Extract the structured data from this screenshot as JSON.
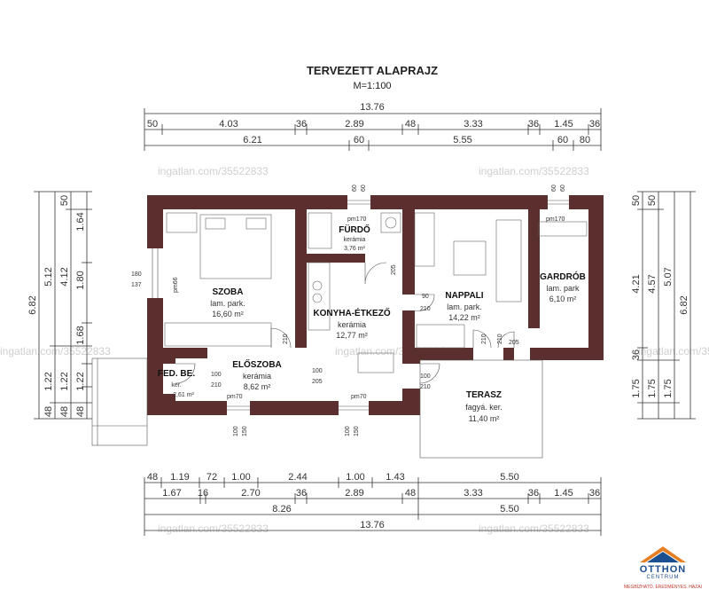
{
  "header": {
    "title": "TERVEZETT ALAPRAJZ",
    "scale": "M=1:100"
  },
  "watermark": "ingatlan.com/35522833",
  "top_dims": {
    "overall": "13.76",
    "row1": [
      "50",
      "4.03",
      "36",
      "2.89",
      "48",
      "3.33",
      "36",
      "1.45",
      "36"
    ],
    "row2": [
      "6.21",
      "60",
      "5.55",
      "60",
      "80"
    ]
  },
  "bottom_dims": {
    "row1": [
      "48",
      "1.19",
      "72",
      "1.00",
      "2.44",
      "1.00",
      "1.43",
      "5.50"
    ],
    "row2": [
      "1.67",
      "16",
      "2.70",
      "36",
      "2.89",
      "48",
      "3.33",
      "36",
      "1.45",
      "36"
    ],
    "row3": [
      "8.26",
      "5.50"
    ],
    "overall": "13.76"
  },
  "left_dims": {
    "overall": "6.82",
    "mid": "5.12",
    "mid2": "4.12",
    "segments": [
      "50",
      "1.64",
      "1.80",
      "1.68",
      "1.22",
      "1.22",
      "1.22",
      "48",
      "48",
      "48"
    ]
  },
  "right_dims": {
    "overall": "6.82",
    "mid": "5.07",
    "mid2": "4.57",
    "mid3": "4.21",
    "segments": [
      "50",
      "50",
      "36",
      "1.75",
      "1.75",
      "1.75"
    ]
  },
  "rooms": {
    "szoba": {
      "name": "SZOBA",
      "floor": "lam. park.",
      "area": "16,60 m²"
    },
    "furdo": {
      "name": "FÜRDŐ",
      "floor": "kerámia",
      "area": "3,76 m²"
    },
    "konyha": {
      "name": "KONYHA-ÉTKEZŐ",
      "floor": "kerámia",
      "area": "12,77 m²"
    },
    "nappali": {
      "name": "NAPPALI",
      "floor": "lam. park.",
      "area": "14,22 m²"
    },
    "gardrob": {
      "name": "GARDRÓB",
      "floor": "lam. park",
      "area": "6,10 m²"
    },
    "eloszoba": {
      "name": "ELŐSZOBA",
      "floor": "kerámia",
      "area": "8,62 m²"
    },
    "fedbe": {
      "name": "FED. BE.",
      "floor": "ker.",
      "area": "2,61 m²"
    },
    "terasz": {
      "name": "TERASZ",
      "floor": "fagyá. ker.",
      "area": "11,40 m²"
    }
  },
  "openings": {
    "pm170a": "pm170",
    "pm170b": "pm170",
    "pm66": "pm66",
    "pm70a": "pm70",
    "pm70b": "pm70",
    "win_szoba": [
      "180",
      "137"
    ],
    "furdo_win": [
      "60",
      "60"
    ],
    "gardrob_win": [
      "60",
      "60"
    ],
    "door_205a": "205",
    "door_205b": "205",
    "door_9021": [
      "90",
      "210"
    ],
    "door_szoba": "210",
    "door_eloszoba": [
      "100",
      "210"
    ],
    "door_konyha": [
      "100",
      "205"
    ],
    "door_terasz": [
      "100",
      "210"
    ],
    "door_nappali_a": "210",
    "door_nappali_b": "210",
    "bottom_win_a": [
      "100",
      "150"
    ],
    "bottom_win_b": [
      "100",
      "150"
    ]
  },
  "logo": {
    "brand": "OTTHON",
    "brand2": "CENTRUM",
    "slogan": "MEGBÍZHATÓ. EREDMÉNYES. HAZAI"
  },
  "colors": {
    "wall": "#5a2f2d",
    "logo_blue": "#1b4f8f",
    "logo_orange": "#e67e22"
  }
}
